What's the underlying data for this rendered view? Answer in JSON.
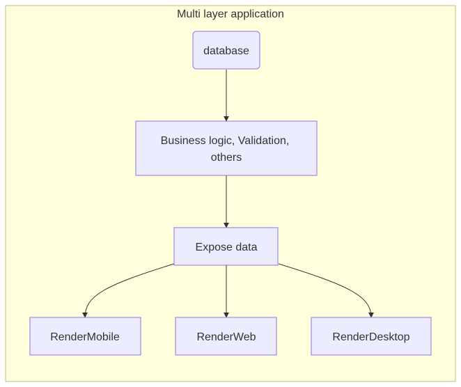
{
  "subgraph": {
    "title": "Multi layer application"
  },
  "nodes": {
    "database": {
      "label": "database"
    },
    "business": {
      "label_line1": "Business logic, Validation,",
      "label_line2": "others"
    },
    "expose": {
      "label": "Expose data"
    },
    "render_mobile": {
      "label": "RenderMobile"
    },
    "render_web": {
      "label": "RenderWeb"
    },
    "render_desktop": {
      "label": "RenderDesktop"
    }
  },
  "edges": [
    {
      "from": "database",
      "to": "business"
    },
    {
      "from": "business",
      "to": "expose"
    },
    {
      "from": "expose",
      "to": "render_mobile"
    },
    {
      "from": "expose",
      "to": "render_web"
    },
    {
      "from": "expose",
      "to": "render_desktop"
    }
  ],
  "colors": {
    "subgraph_fill": "#ffffde",
    "subgraph_stroke": "#bfbf7f",
    "node_fill": "#ececff",
    "node_stroke": "#9370db",
    "edge": "#333333",
    "text": "#333333"
  }
}
